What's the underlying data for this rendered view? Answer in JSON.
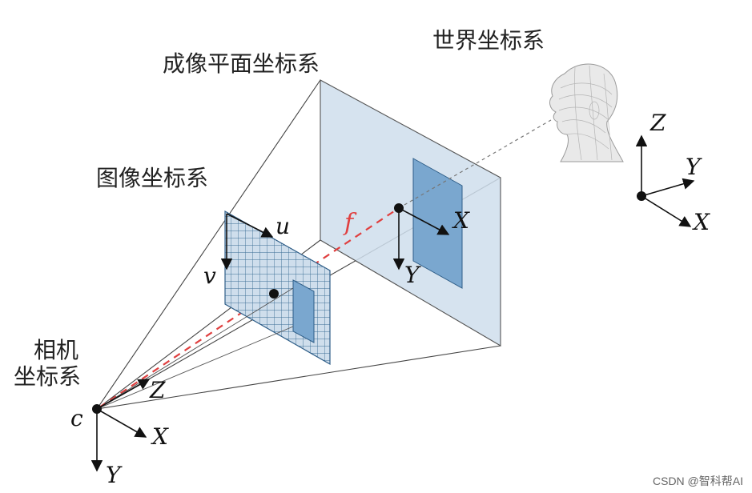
{
  "labels": {
    "world_coord": "世界坐标系",
    "imaging_plane_coord": "成像平面坐标系",
    "image_coord": "图像坐标系",
    "camera_coord_line1": "相机",
    "camera_coord_line2": "坐标系"
  },
  "axes": {
    "camera": {
      "origin": "c",
      "x": "X",
      "y": "Y",
      "z": "Z"
    },
    "image": {
      "u": "u",
      "v": "v"
    },
    "imaging_plane": {
      "x": "X",
      "y": "Y"
    },
    "world": {
      "x": "X",
      "y": "Y",
      "z": "Z"
    }
  },
  "focal_length": "f",
  "watermark": "CSDN @智科帮AI",
  "colors": {
    "plane_fill": "#cfdeec",
    "object_fill": "#7aa7cf",
    "grid_line": "#3a6c95",
    "optical_axis": "#e04040",
    "lines": "#333333"
  },
  "icons": [
    "wireframe-head-icon"
  ]
}
